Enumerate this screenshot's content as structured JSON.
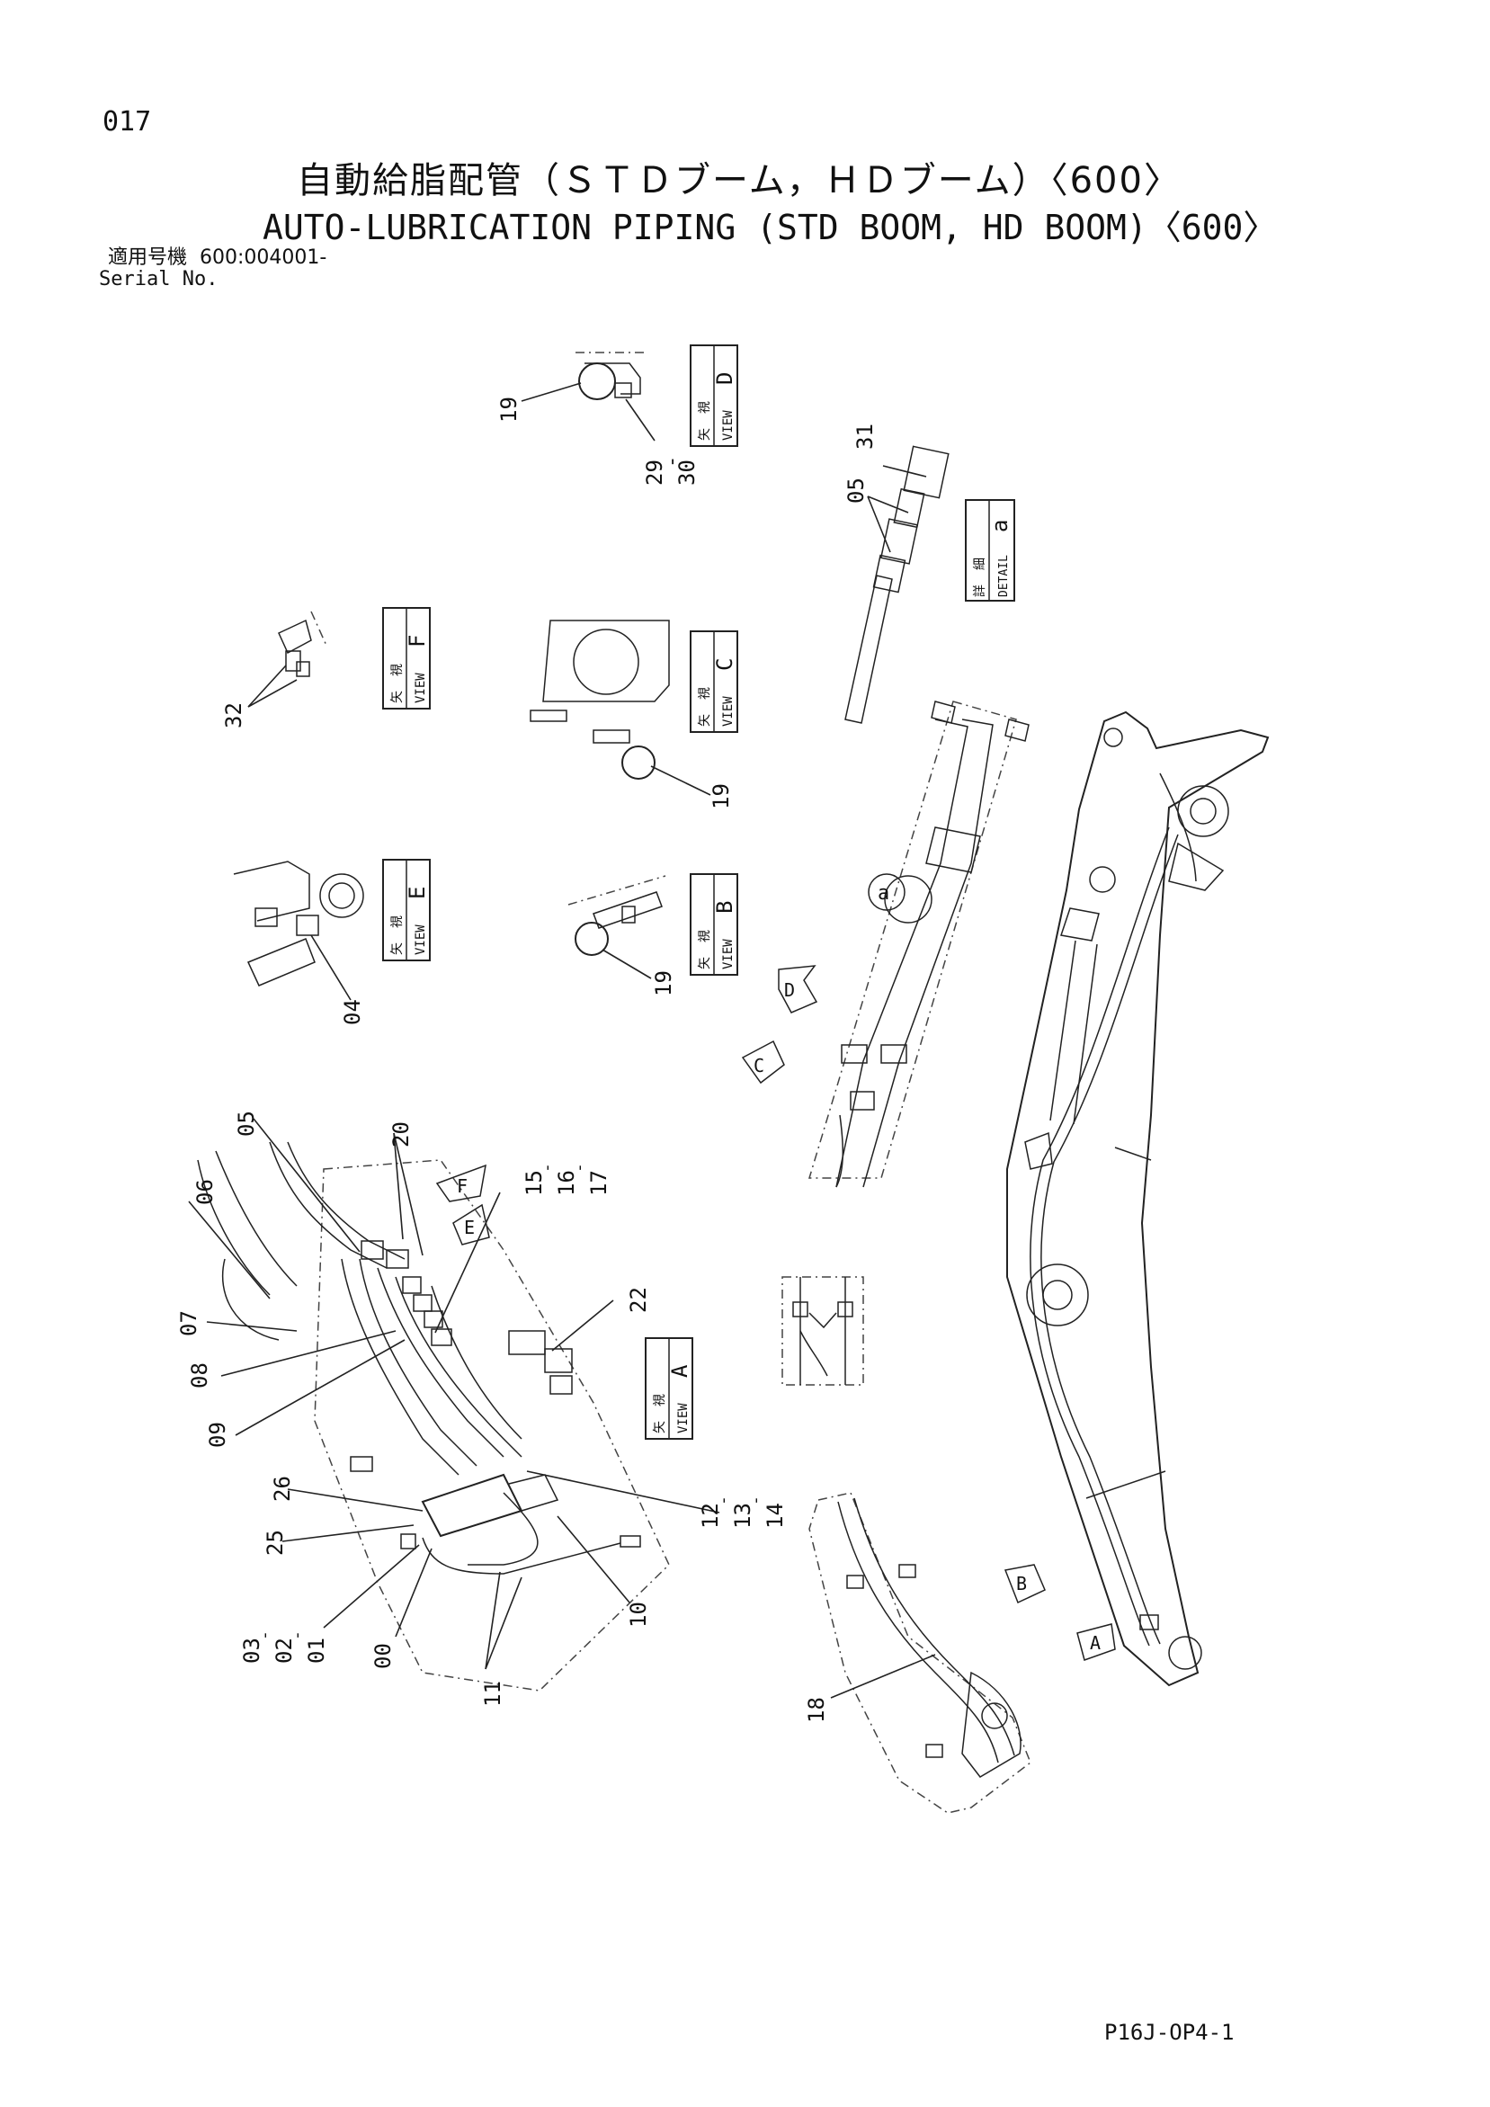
{
  "page_number": "017",
  "title_jp": "自動給脂配管（ＳＴＤブーム，ＨＤブーム）〈600〉",
  "title_en": "AUTO-LUBRICATION PIPING (STD BOOM, HD BOOM)〈600〉",
  "serial": {
    "label_jp": "適用号機",
    "value": "600:004001-",
    "label_en": "Serial No."
  },
  "views": {
    "view_label": "VIEW",
    "view_kanji": [
      "矢",
      "視"
    ],
    "detail_label": "DETAIL",
    "detail_kanji": [
      "詳",
      "細"
    ],
    "letters": {
      "A": "A",
      "B": "B",
      "C": "C",
      "D": "D",
      "E": "E",
      "F": "F",
      "a": "a"
    }
  },
  "callouts": {
    "p00": "00",
    "p01": "01",
    "p02": "02",
    "p03": "03",
    "p04": "04",
    "p05": "05",
    "p05b": "05",
    "p06": "06",
    "p07": "07",
    "p08": "08",
    "p09": "09",
    "p10": "10",
    "p11": "11",
    "p12": "12",
    "p13": "13",
    "p14": "14",
    "p15": "15",
    "p16": "16",
    "p17": "17",
    "p18": "18",
    "p19a": "19",
    "p19b": "19",
    "p19c": "19",
    "p20": "20",
    "p22": "22",
    "p25": "25",
    "p26": "26",
    "p29": "29",
    "p30": "30",
    "p31": "31",
    "p32": "32"
  },
  "footer_code": "P16J-OP4-1"
}
